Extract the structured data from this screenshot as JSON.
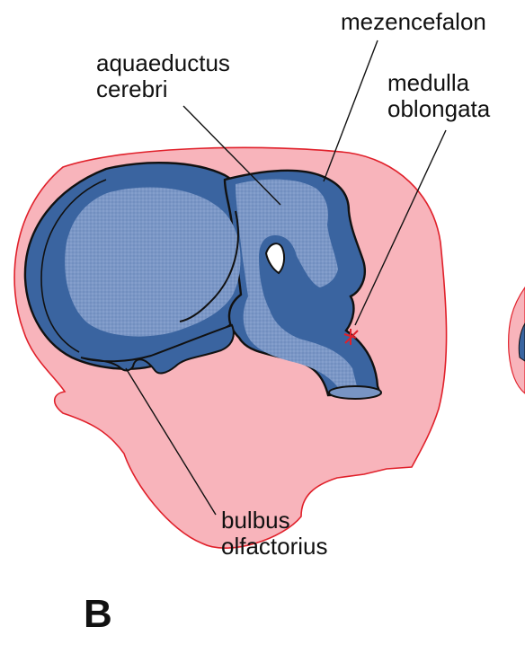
{
  "labels": {
    "mezencefalon": "mezencefalon",
    "aquaeductus_line1": "aquaeductus",
    "aquaeductus_line2": "cerebri",
    "medulla_line1": "medulla",
    "medulla_line2": "oblongata",
    "bulbus_line1": "bulbus",
    "bulbus_line2": "olfactorius"
  },
  "panel_letter": "B",
  "colors": {
    "head_fill": "#f8b4bb",
    "head_outline": "#e0202a",
    "brain_wall": "#3a64a0",
    "ventricle_lumen": "#7894c3",
    "outline": "#111111",
    "text": "#111111"
  }
}
